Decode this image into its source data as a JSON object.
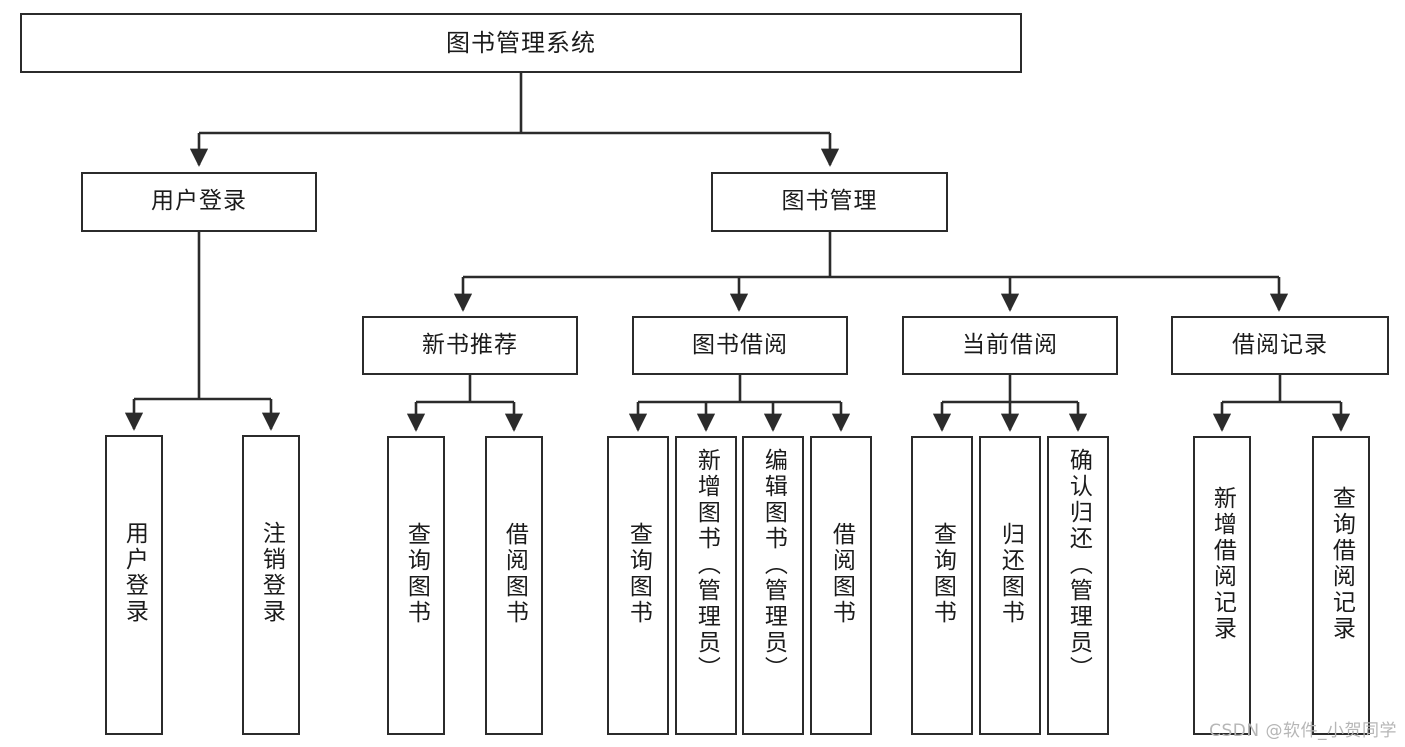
{
  "diagram": {
    "title": "图书管理系统",
    "watermark": "CSDN @软件_小贺同学",
    "stroke_color": "#2b2b2b",
    "text_color": "#1b1b1b",
    "background_color": "#ffffff",
    "watermark_color": "#b6b6b6"
  },
  "nodes": {
    "root": {
      "label": "图书管理系统"
    },
    "level1": [
      {
        "id": "user-login",
        "label": "用户登录"
      },
      {
        "id": "book-management",
        "label": "图书管理"
      }
    ],
    "level2": [
      {
        "id": "new-book-recommend",
        "label": "新书推荐"
      },
      {
        "id": "book-borrow",
        "label": "图书借阅"
      },
      {
        "id": "current-borrow",
        "label": "当前借阅"
      },
      {
        "id": "borrow-record",
        "label": "借阅记录"
      }
    ],
    "leaves": {
      "user-login": [
        {
          "id": "leaf-user-login",
          "label": "用户登录"
        },
        {
          "id": "leaf-logout",
          "label": "注销登录"
        }
      ],
      "new-book-recommend": [
        {
          "id": "leaf-query-book-1",
          "label": "查询图书"
        },
        {
          "id": "leaf-borrow-book-1",
          "label": "借阅图书"
        }
      ],
      "book-borrow": [
        {
          "id": "leaf-query-book-2",
          "label": "查询图书"
        },
        {
          "id": "leaf-add-book",
          "label": "新增图书（管理员）"
        },
        {
          "id": "leaf-edit-book",
          "label": "编辑图书（管理员）"
        },
        {
          "id": "leaf-borrow-book-2",
          "label": "借阅图书"
        }
      ],
      "current-borrow": [
        {
          "id": "leaf-query-book-3",
          "label": "查询图书"
        },
        {
          "id": "leaf-return-book",
          "label": "归还图书"
        },
        {
          "id": "leaf-confirm-return",
          "label": "确认归还（管理员）"
        }
      ],
      "borrow-record": [
        {
          "id": "leaf-add-record",
          "label": "新增借阅记录"
        },
        {
          "id": "leaf-query-record",
          "label": "查询借阅记录"
        }
      ]
    }
  }
}
